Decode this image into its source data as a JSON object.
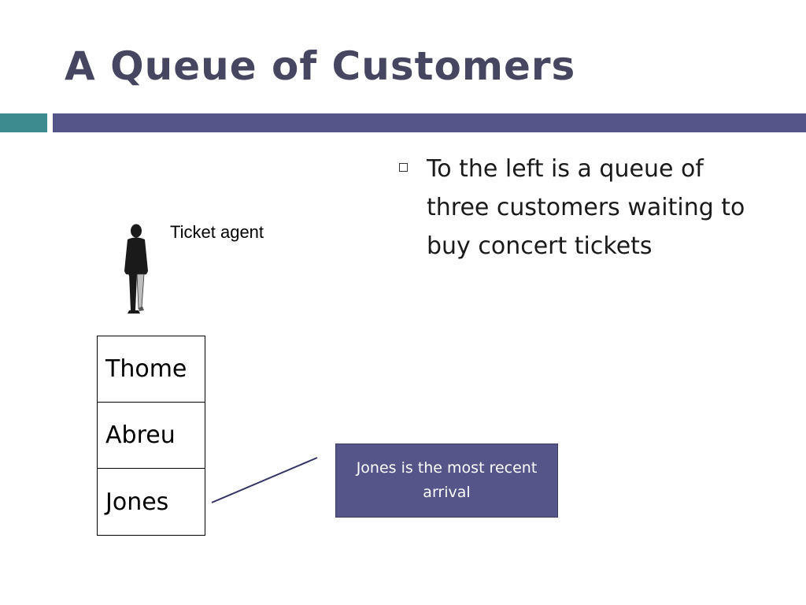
{
  "slide": {
    "title": "A Queue of Customers"
  },
  "bullet": {
    "text": "To the left is a queue of three customers waiting to buy concert tickets"
  },
  "figure": {
    "agent_label": "Ticket agent",
    "queue": [
      "Thome",
      "Abreu",
      "Jones"
    ],
    "callout": "Jones is the most recent arrival"
  },
  "colors": {
    "title": "#464660",
    "accent_teal": "#3d8a8f",
    "accent_purple": "#55558a"
  },
  "icons": {
    "person": "person-silhouette-icon",
    "bullet": "square-bullet-icon"
  }
}
